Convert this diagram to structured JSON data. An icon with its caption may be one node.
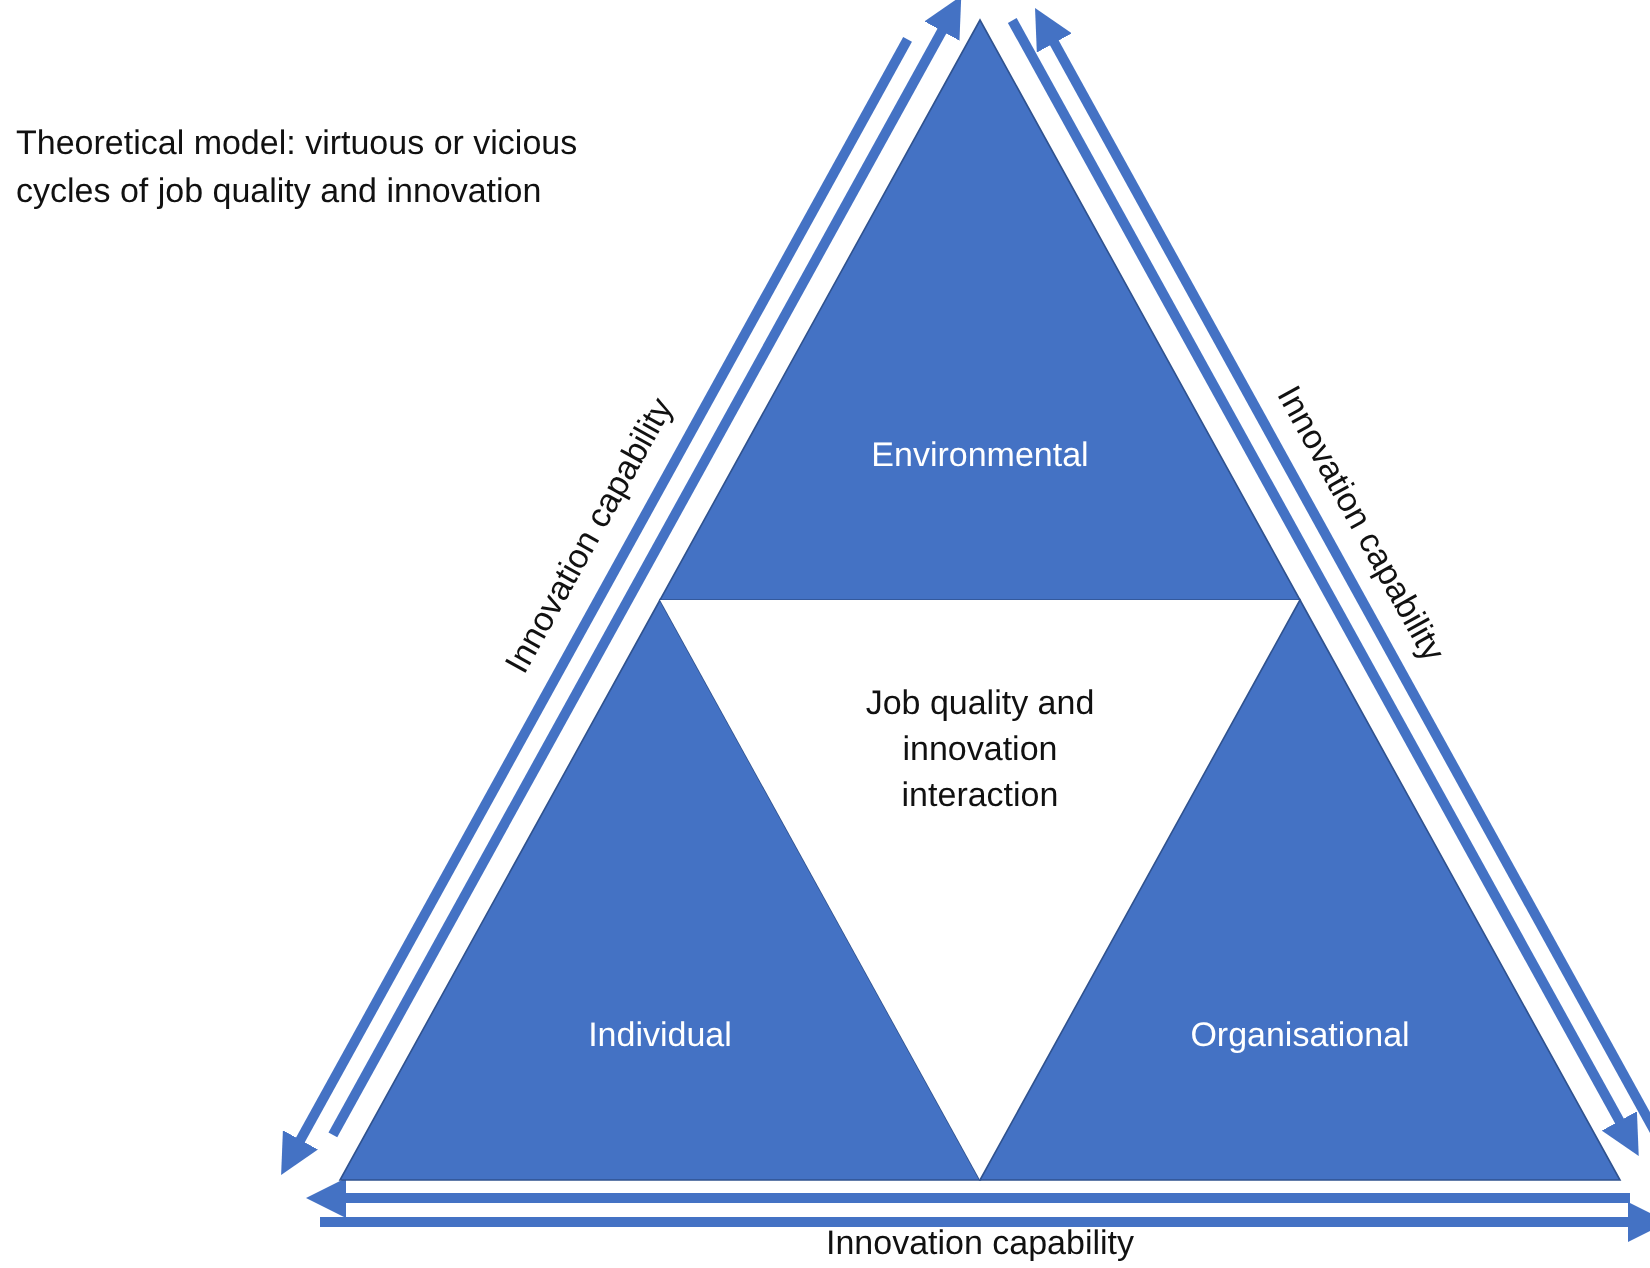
{
  "diagram": {
    "title": "Theoretical model: virtuous or vicious cycles of job quality and innovation",
    "nodes": [
      {
        "text": [
          "Environmental"
        ]
      },
      {
        "text": [
          "Individual"
        ]
      },
      {
        "text": [
          "Job quality and innovation interaction"
        ]
      },
      {
        "text": [
          "Organisational"
        ]
      }
    ],
    "labels": [
      "Innovation capability",
      "Innovation capability",
      "Innovation capability"
    ]
  }
}
